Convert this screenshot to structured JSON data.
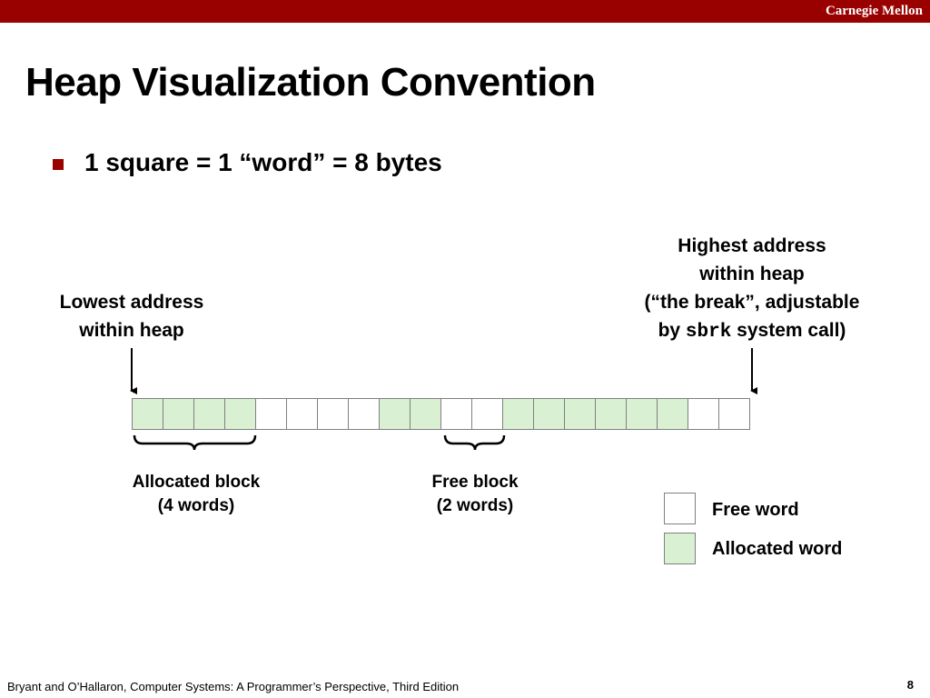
{
  "header": {
    "brand": "Carnegie Mellon",
    "color": "#990000"
  },
  "title": "Heap Visualization Convention",
  "bullet": "1 square = 1 “word” = 8 bytes",
  "labels": {
    "lowest": [
      "Lowest address",
      "within heap"
    ],
    "highest": [
      "Highest address",
      "within heap",
      "(“the break”, adjustable"
    ],
    "highest_by": "by ",
    "highest_code": "sbrk",
    "highest_tail": " system call)"
  },
  "heap": {
    "cells": [
      "alloc",
      "alloc",
      "alloc",
      "alloc",
      "free",
      "free",
      "free",
      "free",
      "alloc",
      "alloc",
      "free",
      "free",
      "alloc",
      "alloc",
      "alloc",
      "alloc",
      "alloc",
      "alloc",
      "free",
      "free"
    ],
    "alloc_color": "#d9f0d3"
  },
  "braces": {
    "allocated": [
      "Allocated block",
      "(4 words)"
    ],
    "free": [
      "Free block",
      "(2 words)"
    ]
  },
  "legend": {
    "free": "Free word",
    "allocated": "Allocated word"
  },
  "footer": "Bryant and O’Hallaron, Computer Systems: A Programmer’s Perspective, Third Edition",
  "page_number": "8"
}
